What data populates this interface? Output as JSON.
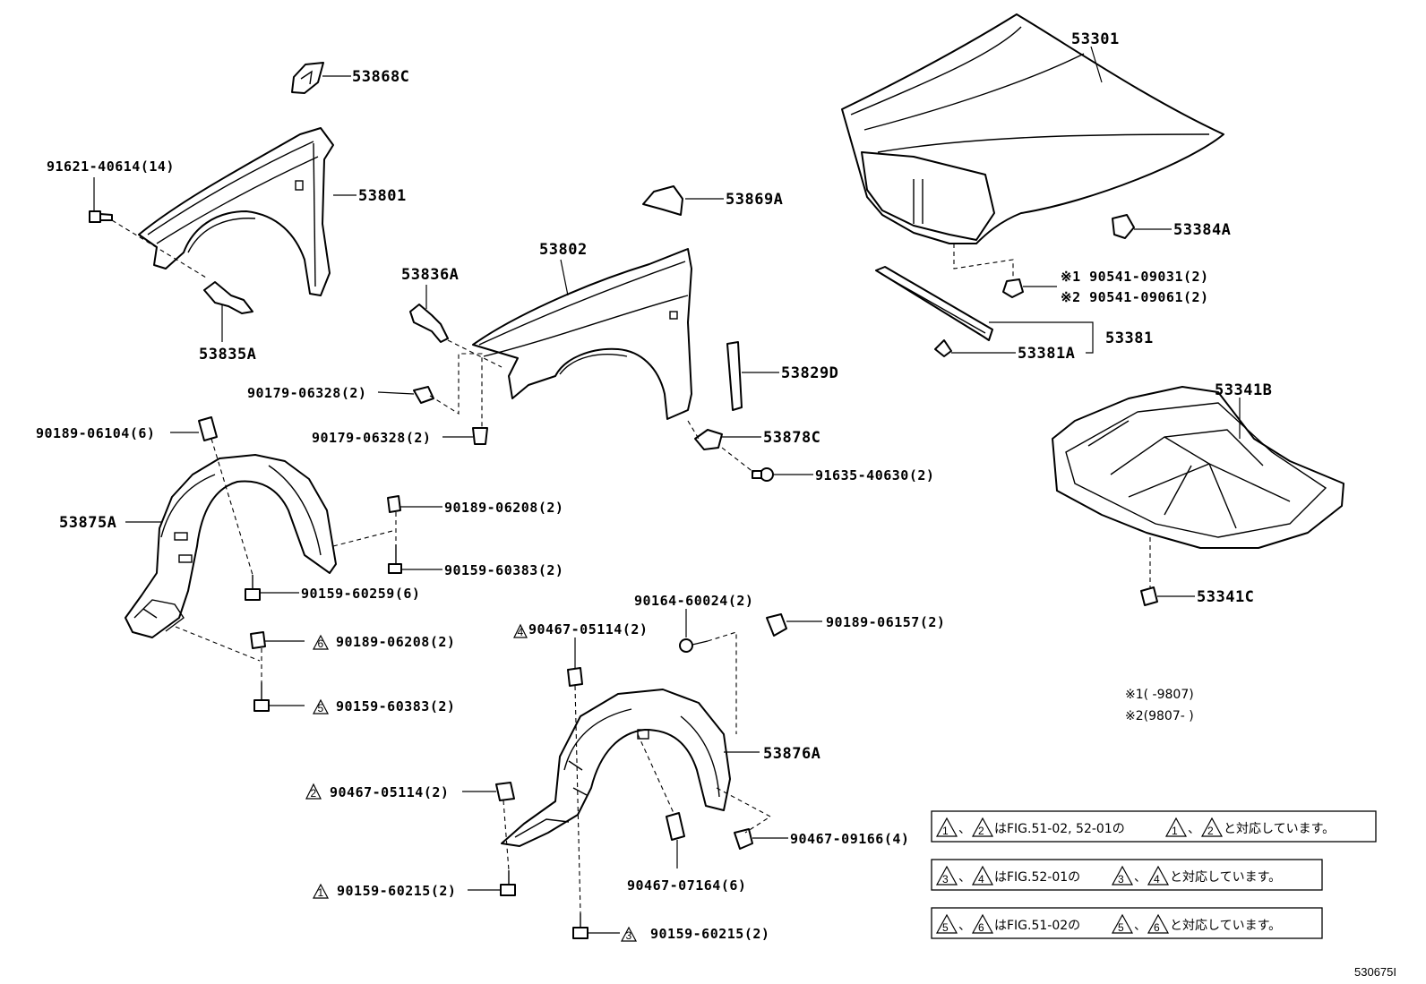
{
  "labels": {
    "p53868C": "53868C",
    "p91621": "91621-40614(14)",
    "p53801": "53801",
    "p53835A": "53835A",
    "p53869A": "53869A",
    "p53802": "53802",
    "p53836A": "53836A",
    "p90179a": "90179-06328(2)",
    "p90179b": "90179-06328(2)",
    "p53829D": "53829D",
    "p53878C": "53878C",
    "p91635": "91635-40630(2)",
    "p90189_06104": "90189-06104(6)",
    "p53875A": "53875A",
    "p90189_06208a": "90189-06208(2)",
    "p90159_60383a": "90159-60383(2)",
    "p90159_60259": "90159-60259(6)",
    "p90189_06208b": "90189-06208(2)",
    "p90159_60383b": "90159-60383(2)",
    "p53301": "53301",
    "p53384A": "53384A",
    "p90541a": "※1 90541-09031(2)",
    "p90541b": "※2 90541-09061(2)",
    "p53381": "53381",
    "p53381A": "53381A",
    "p53341B": "53341B",
    "p53341C": "53341C",
    "p90164": "90164-60024(2)",
    "p90189_06157": "90189-06157(2)",
    "p90467_05114a": "90467-05114(2)",
    "p53876A": "53876A",
    "p90467_05114b": "90467-05114(2)",
    "p90467_09166": "90467-09166(4)",
    "p90467_07164": "90467-07164(6)",
    "p90159_60215a": "90159-60215(2)",
    "p90159_60215b": "90159-60215(2)"
  },
  "triangles": {
    "t4": "4",
    "t6": "6",
    "t5": "5",
    "t2": "2",
    "t1": "1",
    "t3": "3"
  },
  "notes": {
    "n1": "※1(    -9807)",
    "n2": "※2(9807-    )"
  },
  "legend": [
    {
      "a": "1",
      "b": "2",
      "text": "はFIG.51-02, 52-01の",
      "suffix": "と対応しています。"
    },
    {
      "a": "3",
      "b": "4",
      "text": "はFIG.52-01の",
      "suffix": "と対応しています。"
    },
    {
      "a": "5",
      "b": "6",
      "text": "はFIG.51-02の",
      "suffix": "と対応しています。"
    }
  ],
  "separator": "、",
  "figure_id": "530675I"
}
